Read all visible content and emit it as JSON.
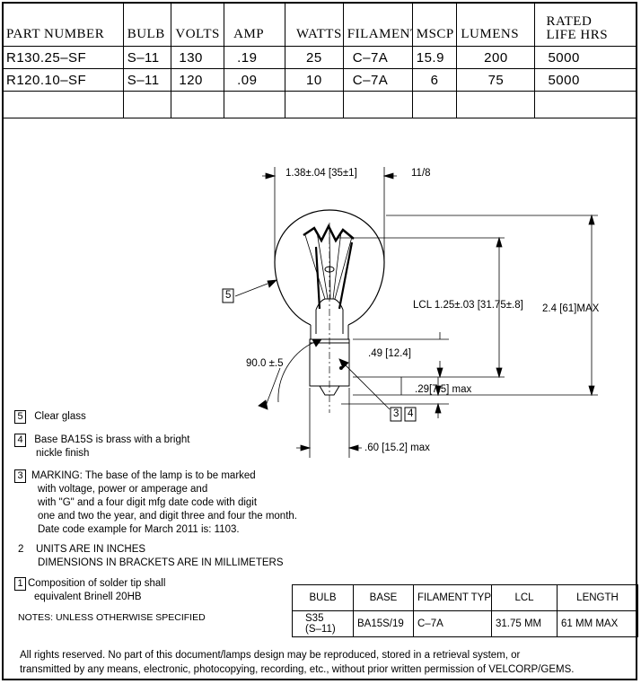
{
  "parts_table": {
    "headers": [
      "PART NUMBER",
      "BULB",
      "VOLTS",
      "AMP",
      "WATTS",
      "FILAMENT",
      "MSCP",
      "LUMENS"
    ],
    "rated_line1": "RATED",
    "rated_line2": "LIFE HRS",
    "rows": [
      [
        "R130.25–SF",
        "S–11",
        "130",
        ".19",
        "25",
        "C–7A",
        "15.9",
        "200",
        "5000"
      ],
      [
        "R120.10–SF",
        "S–11",
        "120",
        ".09",
        "10",
        "C–7A",
        "6",
        "75",
        "5000"
      ]
    ]
  },
  "drawing": {
    "dim_width": "1.38±.04 [35±1]",
    "dim_width_alt": "11/8",
    "dim_lcl": "LCL 1.25±.03 [31.75±.8]",
    "dim_height": "2.4 [61]MAX",
    "dim_base_len": ".49 [12.4]",
    "dim_tip": ".29[7.5] max",
    "dim_base_dia": ".60 [15.2] max",
    "angle": "90.0  ±.5",
    "callout_glass": "5",
    "callout_base": "3",
    "callout_base2": "4"
  },
  "notes": {
    "n5_num": "5",
    "n5_text": "Clear glass",
    "n4_num": "4",
    "n4_line1": "Base BA15S is brass with a bright",
    "n4_line2": "nickle finish",
    "n3_num": "3",
    "n3_line1": "MARKING:  The base of the lamp is to be marked",
    "n3_line2": "with voltage, power or amperage and",
    "n3_line3": "with \"G\" and a four digit mfg date code with digit",
    "n3_line4": "one and two the year, and digit three and four the month.",
    "n3_line5": "Date code example for March 2011 is:   1103.",
    "n2_num": "2",
    "n2_line1": "UNITS ARE IN INCHES",
    "n2_line2": "DIMENSIONS IN BRACKETS ARE IN MILLIMETERS",
    "n1_num": "1",
    "n1_line1": "Composition of solder tip shall",
    "n1_line2": "equivalent Brinell 20HB",
    "notes_header": "NOTES: UNLESS OTHERWISE SPECIFIED"
  },
  "spec_table": {
    "headers": [
      "BULB",
      "BASE",
      "FILAMENT TYPE",
      "LCL",
      "LENGTH"
    ],
    "bulb_line1": "S35",
    "bulb_line2": "(S–11)",
    "base": "BA15S/19",
    "filament": "C–7A",
    "lcl": "31.75 MM",
    "length": "61 MM MAX"
  },
  "footer": {
    "line1": "All rights reserved. No part of this document/lamps design may be reproduced, stored in a retrieval system, or",
    "line2": "transmitted by any means, electronic, photocopying, recording, etc., without prior written permission of VELCORP/GEMS."
  }
}
